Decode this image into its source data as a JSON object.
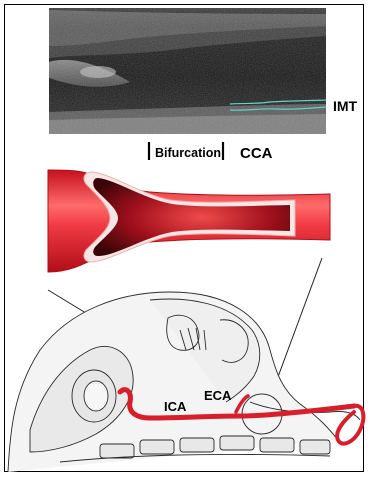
{
  "labels": {
    "imt": "IMT",
    "bifurcation": "Bifurcation",
    "cca": "CCA",
    "ica": "ICA",
    "eca": "ECA"
  },
  "colors": {
    "ultrasound_bg": "#1a1a1a",
    "artery_red": "#d81e2a",
    "artery_dark": "#5a0a10",
    "artery_highlight": "#f6c7c7",
    "imt_trace": "#5fd3c8",
    "sketch_line": "#2a2a2a",
    "sketch_fill": "#eeeeee"
  }
}
